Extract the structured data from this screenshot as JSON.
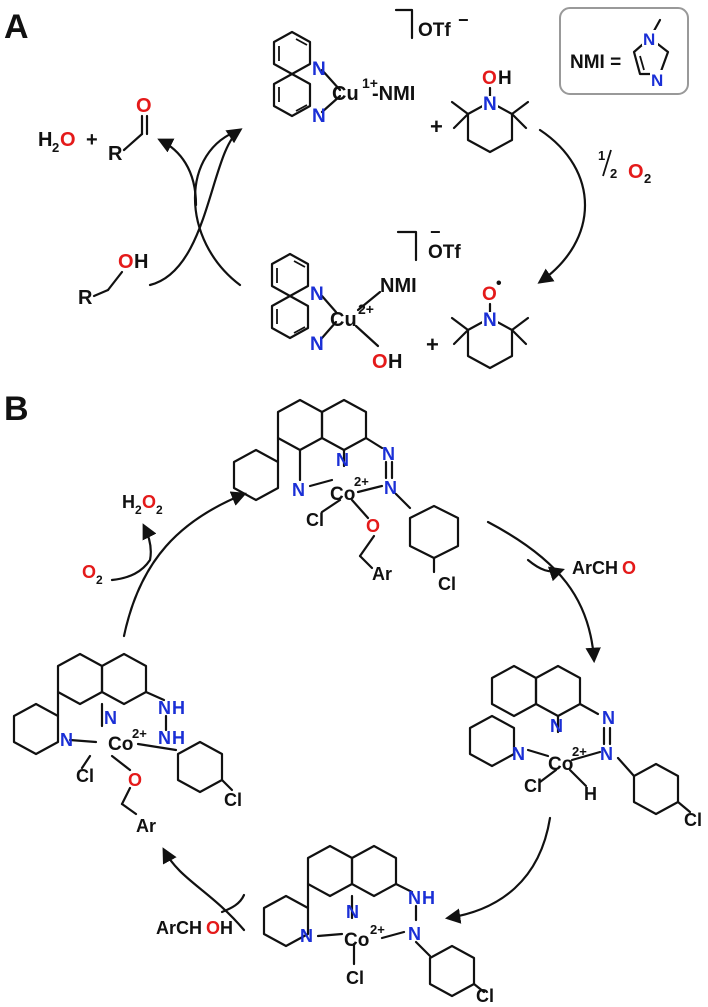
{
  "panel_a": {
    "label": "A",
    "cu1_complex": {
      "n_top": "N",
      "n_bottom": "N",
      "metal": "Cu",
      "charge": "1+",
      "ligand": "-NMI"
    },
    "counterion_top": {
      "text": "OTf",
      "charge": "−"
    },
    "tempoh": {
      "o": "O",
      "h": "H",
      "n": "N"
    },
    "plus_top": "+",
    "nmi_box": {
      "label": "NMI =",
      "n_top": "N",
      "n_bottom": "N"
    },
    "oxidant": {
      "frac_num": "1",
      "frac_den": "2",
      "o": "O",
      "sub": "2"
    },
    "products": {
      "h": "H",
      "sub2": "2",
      "o": "O",
      "plus": "+",
      "ald_o": "O",
      "r": "R"
    },
    "alcohol": {
      "o": "O",
      "h": "H",
      "r": "R"
    },
    "cu2_complex": {
      "n_top": "N",
      "n_bottom": "N",
      "metal": "Cu",
      "charge": "2+",
      "nmi": "NMI",
      "oh_o": "O",
      "oh_h": "H"
    },
    "counterion_bottom": {
      "text": "OTf",
      "charge": "−"
    },
    "tempo": {
      "o": "O",
      "radical": "•",
      "n": "N"
    },
    "plus_bottom": "+"
  },
  "panel_b": {
    "label": "B",
    "h2o2": {
      "h": "H",
      "sub2a": "2",
      "o": "O",
      "sub2b": "2"
    },
    "o2": {
      "o": "O",
      "sub": "2"
    },
    "archo_top": {
      "prefix": "ArCH",
      "o": "O"
    },
    "archoh_bottom": {
      "prefix": "ArCH",
      "o": "O",
      "h": "H"
    },
    "complex1": {
      "n1": "N",
      "n2": "N",
      "n3": "N",
      "n4": "N",
      "co": "Co",
      "charge": "2+",
      "cl": "Cl",
      "o": "O",
      "ar": "Ar",
      "cl_aryl": "Cl"
    },
    "complex2": {
      "n1": "N",
      "n2": "N",
      "n3": "N",
      "n4": "N",
      "co": "Co",
      "charge": "2+",
      "cl": "Cl",
      "h": "H",
      "cl_aryl": "Cl"
    },
    "complex3": {
      "n1": "N",
      "n2": "N",
      "n3": "N",
      "nh_top": "H",
      "n4": "N",
      "co": "Co",
      "charge": "2+",
      "cl": "Cl",
      "cl_aryl": "Cl"
    },
    "complex4": {
      "n1": "N",
      "n2": "N",
      "nh1": "N",
      "h1": "H",
      "nh2": "N",
      "h2": "H",
      "co": "Co",
      "charge": "2+",
      "cl": "Cl",
      "o": "O",
      "ar": "Ar",
      "cl_aryl": "Cl"
    }
  },
  "colors": {
    "nitrogen": "#1a2fd6",
    "oxygen": "#e41a1a",
    "ink": "#111111",
    "box": "#999999"
  }
}
